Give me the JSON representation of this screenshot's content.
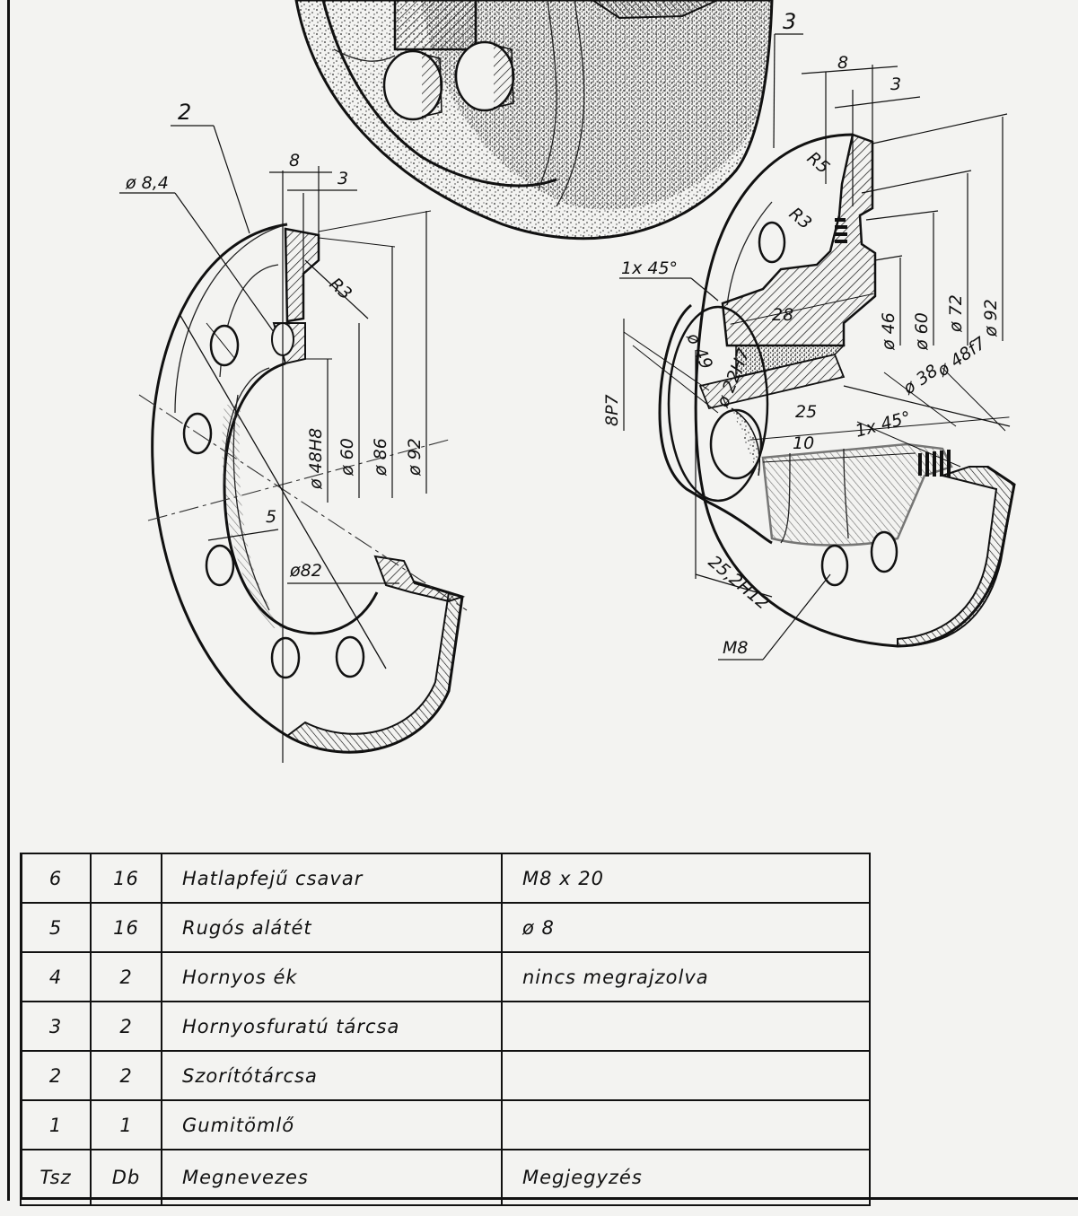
{
  "part_labels": {
    "part2": "2",
    "part3": "3"
  },
  "left_dims": {
    "d84": "ø 8,4",
    "w8": "8",
    "w3": "3",
    "r3": "R3",
    "d48h8": "ø 48H8",
    "d60": "ø 60",
    "d86": "ø 86",
    "d92": "ø 92",
    "w5": "5",
    "d82": "ø82"
  },
  "right_dims": {
    "w8": "8",
    "w3": "3",
    "r5": "R5",
    "r3": "R3",
    "ch1": "1x 45°",
    "l28": "28",
    "d49": "ø 49",
    "d22h7": "ø 22H7",
    "p8p7": "8P7",
    "d46": "ø 46",
    "d60": "ø 60",
    "d72": "ø 72",
    "d92": "ø 92",
    "d38": "ø 38",
    "d48f7": "ø 48f7",
    "l25": "25",
    "ch2": "1x 45°",
    "l10": "10",
    "d252h12": "25,2H12",
    "m8": "M8"
  },
  "table": {
    "rows": [
      {
        "tsz": "6",
        "db": "16",
        "name": "Hatlapfejű csavar",
        "note": "M8 x 20"
      },
      {
        "tsz": "5",
        "db": "16",
        "name": "Rugós alátét",
        "note": "ø 8"
      },
      {
        "tsz": "4",
        "db": "2",
        "name": "Hornyos ék",
        "note": "nincs megrajzolva"
      },
      {
        "tsz": "3",
        "db": "2",
        "name": "Hornyosfuratú tárcsa",
        "note": ""
      },
      {
        "tsz": "2",
        "db": "2",
        "name": "Szorítótárcsa",
        "note": ""
      },
      {
        "tsz": "1",
        "db": "1",
        "name": "Gumitömlő",
        "note": ""
      }
    ],
    "header": {
      "tsz": "Tsz",
      "db": "Db",
      "name": "Megnevezes",
      "note": "Megjegyzés"
    }
  }
}
